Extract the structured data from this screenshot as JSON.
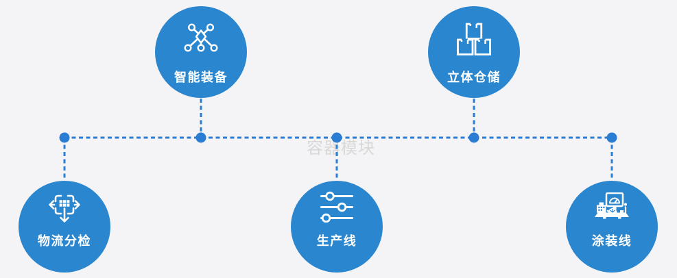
{
  "watermark": {
    "text": "容器模块"
  },
  "colors": {
    "background": "#f4f4f6",
    "node_blue": "#2a86cf",
    "connector_blue": "#2b7dd3",
    "label_white": "#ffffff",
    "watermark_gray": "#d8d8d8"
  },
  "nodes": [
    {
      "label": "物流分检",
      "icon": "sorting-arrows-icon",
      "position": "bottom-row-column-1"
    },
    {
      "label": "智能装备",
      "icon": "molecule-network-icon",
      "position": "top-row-column-2"
    },
    {
      "label": "生产线",
      "icon": "sliders-icon",
      "position": "bottom-row-column-3"
    },
    {
      "label": "立体仓储",
      "icon": "stacked-boxes-icon",
      "position": "top-row-column-4"
    },
    {
      "label": "涂装线",
      "icon": "machine-monitor-icon",
      "position": "bottom-row-column-5"
    }
  ]
}
